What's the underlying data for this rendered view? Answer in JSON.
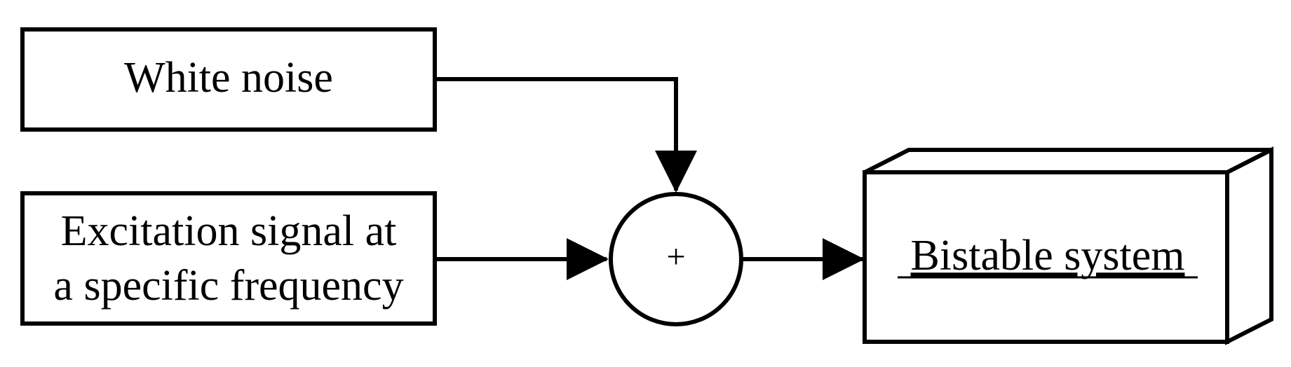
{
  "nodes": {
    "white_noise": {
      "label": "White noise"
    },
    "excitation": {
      "label_lines": [
        "Excitation signal at",
        "a specific frequency"
      ]
    },
    "summing_junction": {
      "symbol": "+"
    },
    "bistable": {
      "label": "Bistable system"
    }
  },
  "colors": {
    "stroke": "#000000",
    "background": "#ffffff"
  }
}
